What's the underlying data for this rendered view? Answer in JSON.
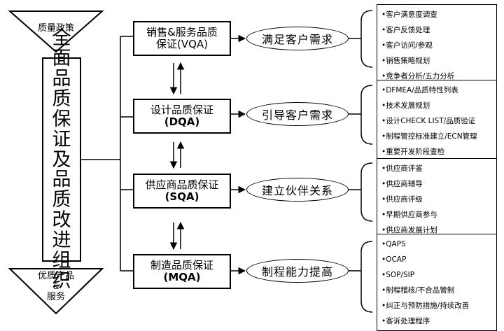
{
  "policy_label": "质量政策",
  "product_label": [
    "优质产品",
    "&",
    "服务"
  ],
  "org_title_chars": [
    "全",
    "面",
    "品",
    "质",
    "保",
    "证",
    "及",
    "品",
    "质",
    "改",
    "进",
    "组",
    "织"
  ],
  "qa_units": [
    {
      "name": "销售&服务品质",
      "abbr": "保证(VQA)",
      "goal": "满足客户需求",
      "items": [
        "•客户满意度调查",
        "•客户反馈处理",
        "•客户访问/参观",
        "•销售策略规划",
        "•竞争者分析/五力分析"
      ]
    },
    {
      "name": "设计品质保证",
      "abbr": "(DQA)",
      "goal": "引导客户需求",
      "items": [
        "•DFMEA/品质特性列表",
        "•技术发展规划",
        "•设计CHECK LIST/品质验证",
        "•制程管控标准建立/ECN管理",
        "•重要开发阶段查检"
      ]
    },
    {
      "name": "供应商品质保证",
      "abbr": "(SQA)",
      "goal": "建立伙伴关系",
      "items": [
        "•供应商评鉴",
        "•供应商辅导",
        "•供应商评级",
        "•早期供应商参与",
        "•供应商发展计划"
      ]
    },
    {
      "name": "制造品质保证",
      "abbr": "(MQA)",
      "goal": "制程能力提高",
      "items": [
        "•QAPS",
        "•OCAP",
        "•SOP/SIP",
        "•制程稽核/不合品管制",
        "•纠正与预防措施/持续改善",
        "•客诉处理程序"
      ]
    }
  ]
}
